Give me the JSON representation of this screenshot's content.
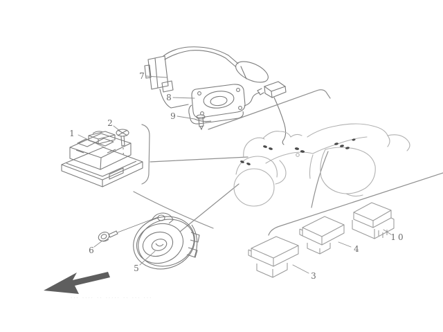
{
  "diagram": {
    "kind": "exploded-parts-diagram",
    "colors": {
      "line": "#7a7a7a",
      "secondary_line": "#8f8f8f",
      "vehicle_sketch": "#b0b0b0",
      "mount_dot": "#4a4a4a",
      "arrow": "#5e5e5e",
      "label": "#6a6a6a",
      "watermark": "#dddddd"
    },
    "callouts": [
      {
        "number": "1",
        "part": "fuse-box"
      },
      {
        "number": "2",
        "part": "wing-bolt"
      },
      {
        "number": "3",
        "part": "relay-1"
      },
      {
        "number": "4",
        "part": "relay-2"
      },
      {
        "number": "5",
        "part": "horn"
      },
      {
        "number": "6",
        "part": "horn-bolt"
      },
      {
        "number": "7",
        "part": "fuel-sender"
      },
      {
        "number": "8",
        "part": "fuel-gauge-base"
      },
      {
        "number": "9",
        "part": "screw"
      },
      {
        "number": "10",
        "part": "relay-3"
      }
    ],
    "direction_arrow": {
      "points": "front-left"
    },
    "watermark_text": "··· ···· ·· ····· ·· ··· ···"
  }
}
